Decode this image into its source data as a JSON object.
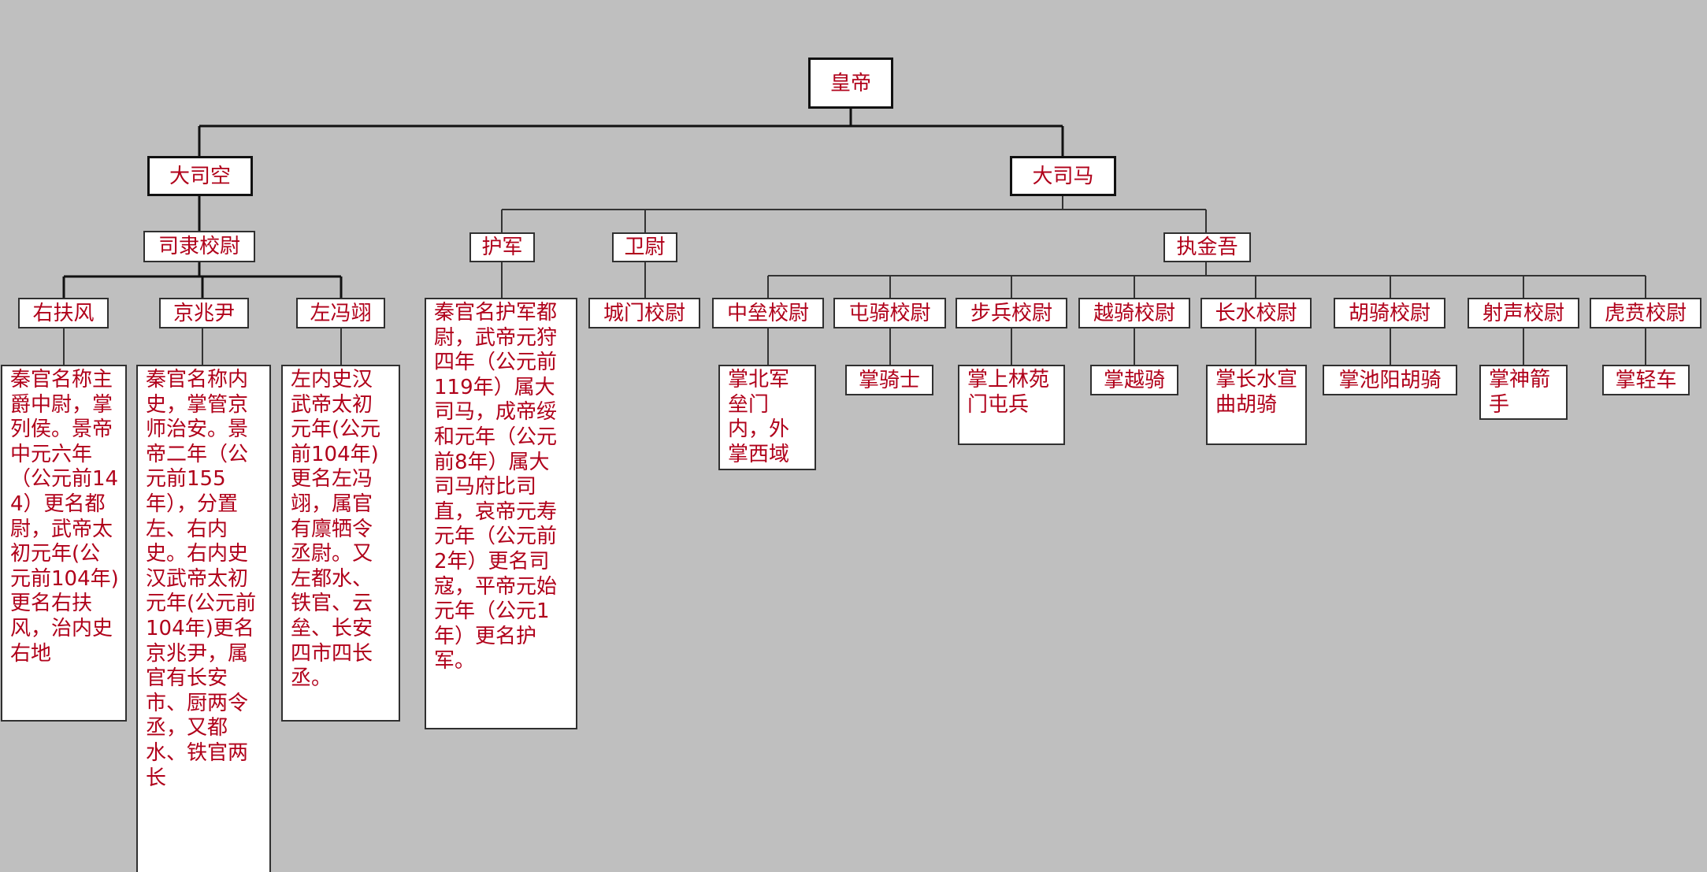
{
  "root": "皇帝",
  "branches": {
    "left": {
      "label": "大司空",
      "sub": "司隶校尉",
      "children": [
        {
          "label": "右扶风",
          "desc": "秦官名称主爵中尉，掌列侯。景帝中元六年（公元前144）更名都尉，武帝太初元年(公元前104年)更名右扶风，治内史右地"
        },
        {
          "label": "京兆尹",
          "desc": "秦官名称内史，掌管京师治安。景帝二年（公元前155年），分置左、右内史。右内史汉武帝太初元年(公元前104年)更名京兆尹，属官有长安市、厨两令丞，又都水、铁官两长"
        },
        {
          "label": "左冯翊",
          "desc": "左内史汉武帝太初元年(公元前104年)更名左冯翊，属官有廪牺令丞尉。又左都水、铁官、云垒、长安四市四长丞。"
        }
      ]
    },
    "right": {
      "label": "大司马",
      "children": {
        "hujun": {
          "label": "护军",
          "desc": "秦官名护军都尉，武帝元狩四年（公元前119年）属大司马，成帝绥和元年（公元前8年）属大司马府比司直，哀帝元寿元年（公元前2年）更名司寇，平帝元始元年（公元1年）更名护军。"
        },
        "weiwei": {
          "label": "卫尉",
          "child": "城门校尉"
        },
        "zhijinwu": {
          "label": "执金吾",
          "children": [
            {
              "label": "中垒校尉",
              "desc": "掌北军垒门内，外掌西域"
            },
            {
              "label": "屯骑校尉",
              "desc": "掌骑士"
            },
            {
              "label": "步兵校尉",
              "desc": "掌上林苑门屯兵"
            },
            {
              "label": "越骑校尉",
              "desc": "掌越骑"
            },
            {
              "label": "长水校尉",
              "desc": "掌长水宣曲胡骑"
            },
            {
              "label": "胡骑校尉",
              "desc": "掌池阳胡骑"
            },
            {
              "label": "射声校尉",
              "desc": "掌神箭手"
            },
            {
              "label": "虎贲校尉",
              "desc": "掌轻车"
            }
          ]
        }
      }
    }
  }
}
